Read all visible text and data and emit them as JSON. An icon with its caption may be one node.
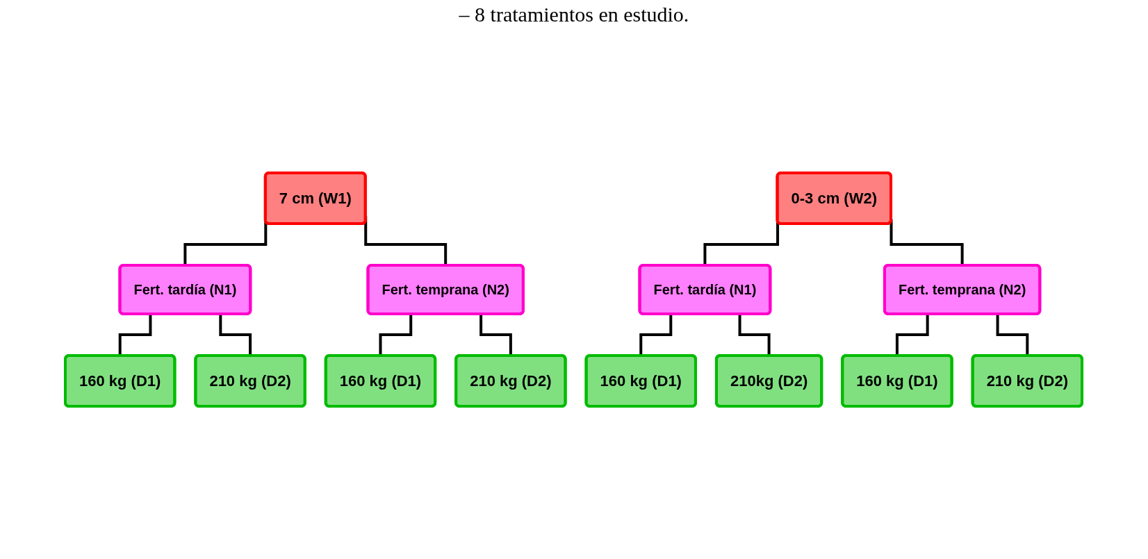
{
  "diagram": {
    "nodes": [
      {
        "text": [
          "7 cm (W1)"
        ]
      },
      {
        "text": [
          "0-3 cm (W2)"
        ]
      },
      {
        "text": [
          "Fert. tardía (N1)"
        ]
      },
      {
        "text": [
          "Fert. temprana (N2)"
        ]
      },
      {
        "text": [
          "Fert. tardía (N1)"
        ]
      },
      {
        "text": [
          "Fert. temprana (N2)"
        ]
      },
      {
        "text": [
          "160 kg (D1)"
        ]
      },
      {
        "text": [
          "210 kg (D2)"
        ]
      },
      {
        "text": [
          "160 kg (D1)"
        ]
      },
      {
        "text": [
          "210 kg (D2)"
        ]
      },
      {
        "text": [
          "160 kg (D1)"
        ]
      },
      {
        "text": [
          "210kg (D2)"
        ]
      },
      {
        "text": [
          "160 kg (D1)"
        ]
      },
      {
        "text": [
          "210 kg (D2)"
        ]
      }
    ],
    "edges": [
      {
        "from": 0,
        "to": 2,
        "arrow": "none"
      },
      {
        "from": 0,
        "to": 3,
        "arrow": "none"
      },
      {
        "from": 1,
        "to": 4,
        "arrow": "none"
      },
      {
        "from": 1,
        "to": 5,
        "arrow": "none"
      },
      {
        "from": 2,
        "to": 6,
        "arrow": "none"
      },
      {
        "from": 2,
        "to": 7,
        "arrow": "none"
      },
      {
        "from": 3,
        "to": 8,
        "arrow": "none"
      },
      {
        "from": 3,
        "to": 9,
        "arrow": "none"
      },
      {
        "from": 4,
        "to": 10,
        "arrow": "none"
      },
      {
        "from": 4,
        "to": 11,
        "arrow": "none"
      },
      {
        "from": 5,
        "to": 12,
        "arrow": "none"
      },
      {
        "from": 5,
        "to": 13,
        "arrow": "none"
      }
    ],
    "labels": [
      "– 8 tratamientos en estudio."
    ]
  }
}
